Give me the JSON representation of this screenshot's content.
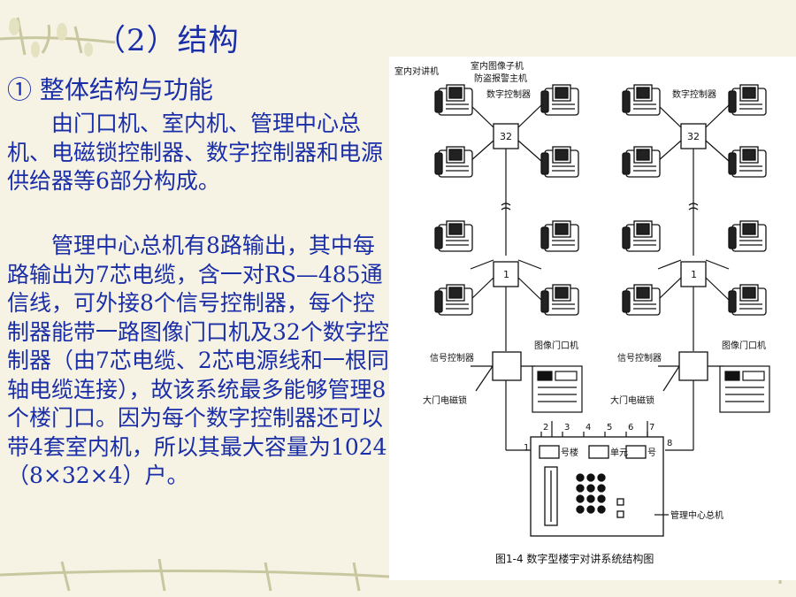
{
  "slide": {
    "title": "（2）结构",
    "subtitle": "① 整体结构与功能",
    "paragraphs": [
      "由门口机、室内机、管理中心总机、电磁锁控制器、数字控制器和电源供给器等6部分构成。",
      "管理中心总机有8路输出，其中每路输出为7芯电缆，含一对RS—485通信线，可外接8个信号控制器，每个控制器能带一路图像门口机及32个数字控制器（由7芯电缆、2芯电源线和一根同轴电缆连接），故该系统最多能够管理8个楼门口。因为每个数字控制器还可以带4套室内机，所以其最大容量为1024（8×32×4）户。"
    ]
  },
  "figure": {
    "labels": {
      "indoor_image_unit": "室内图像子机",
      "indoor_intercom": "室内对讲机",
      "anti_theft_host": "防盗报警主机",
      "digital_controller_left": "数字控制器",
      "digital_controller_right": "数字控制器",
      "controller_32_left": "32",
      "controller_32_right": "32",
      "controller_1_left": "1",
      "controller_1_right": "1",
      "signal_controller_left": "信号控制器",
      "signal_controller_right": "信号控制器",
      "door_unit_left": "图像门口机",
      "door_unit_right": "图像门口机",
      "gate_lock_left": "大门电磁锁",
      "gate_lock_right": "大门电磁锁",
      "port_1": "1",
      "port_2": "2",
      "port_3": "3",
      "port_4": "4",
      "port_5": "5",
      "port_6": "6",
      "port_7": "7",
      "port_8": "8",
      "field_building": "号楼",
      "field_unit": "单元",
      "field_number": "号",
      "management_host": "管理中心总机",
      "caption": "图1-4  数字型楼宇对讲系统结构图"
    }
  }
}
